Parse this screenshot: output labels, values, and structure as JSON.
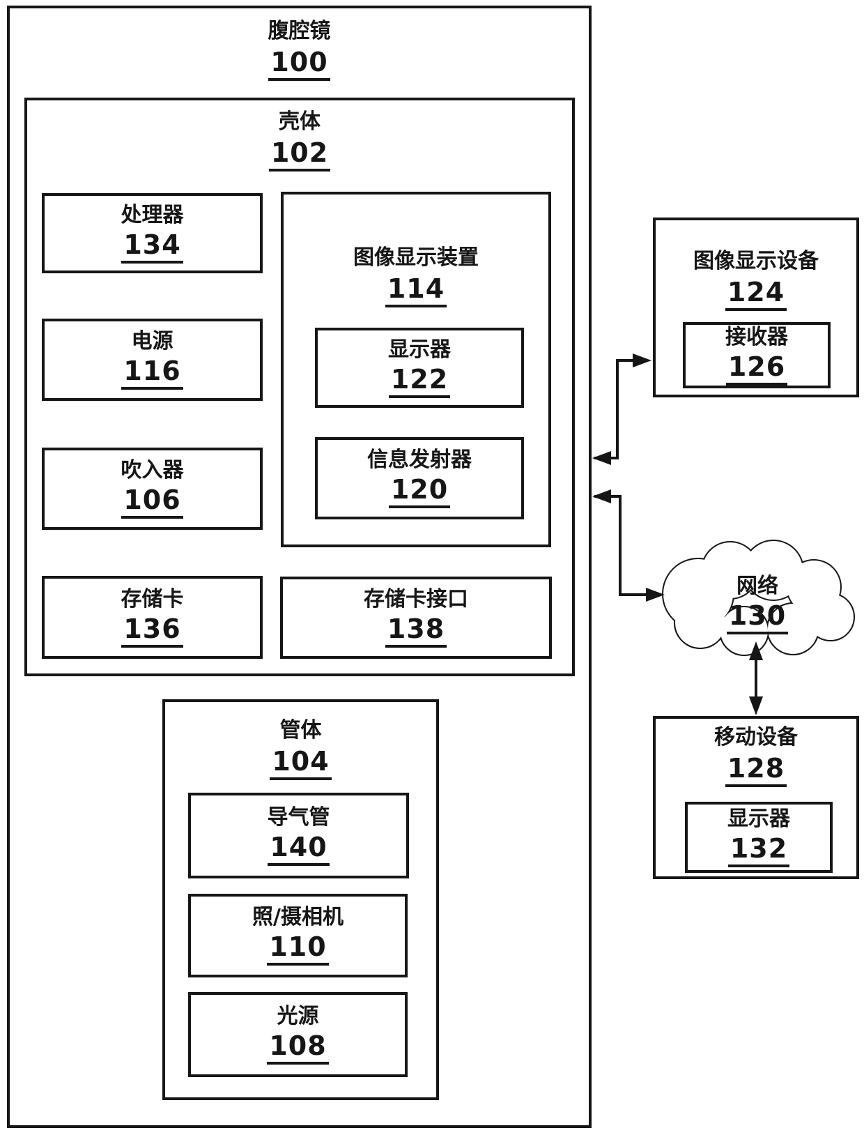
{
  "colors": {
    "ink": "#161616",
    "paper": "#ffffff"
  },
  "nodes": {
    "laparoscope": {
      "label": "腹腔镜",
      "ref": "100"
    },
    "housing": {
      "label": "壳体",
      "ref": "102"
    },
    "processor": {
      "label": "处理器",
      "ref": "134"
    },
    "power_supply": {
      "label": "电源",
      "ref": "116"
    },
    "insufflator": {
      "label": "吹入器",
      "ref": "106"
    },
    "memory_card": {
      "label": "存储卡",
      "ref": "136"
    },
    "image_display_unit": {
      "label": "图像显示装置",
      "ref": "114"
    },
    "display": {
      "label": "显示器",
      "ref": "122"
    },
    "info_transmitter": {
      "label": "信息发射器",
      "ref": "120"
    },
    "memory_card_interface": {
      "label": "存储卡接口",
      "ref": "138"
    },
    "tube_body": {
      "label": "管体",
      "ref": "104"
    },
    "air_duct": {
      "label": "导气管",
      "ref": "140"
    },
    "camera": {
      "label": "照/摄相机",
      "ref": "110"
    },
    "light_source": {
      "label": "光源",
      "ref": "108"
    },
    "image_display_device": {
      "label": "图像显示设备",
      "ref": "124"
    },
    "receiver": {
      "label": "接收器",
      "ref": "126"
    },
    "network": {
      "label": "网络",
      "ref": "130"
    },
    "mobile_device": {
      "label": "移动设备",
      "ref": "128"
    },
    "mobile_display": {
      "label": "显示器",
      "ref": "132"
    }
  },
  "connectors": [
    {
      "from": "laparoscope",
      "to": "image_display_device",
      "type": "elbow-double-arrow"
    },
    {
      "from": "laparoscope",
      "to": "network",
      "type": "elbow-double-arrow"
    },
    {
      "from": "network",
      "to": "mobile_device",
      "type": "straight-double-arrow"
    }
  ]
}
